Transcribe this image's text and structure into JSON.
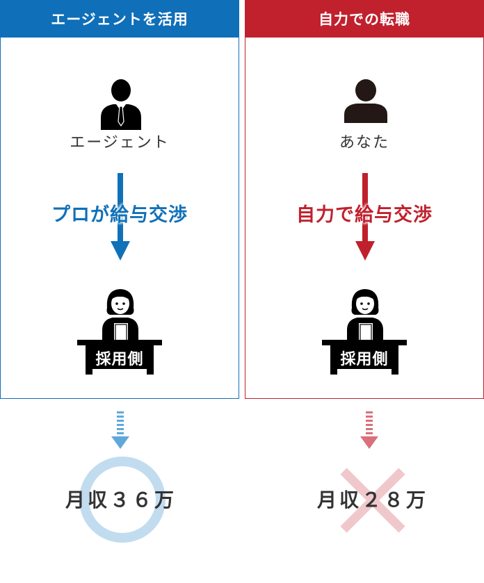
{
  "left": {
    "header": "エージェントを活用",
    "person_label": "エージェント",
    "negotiation_label": "プロが給与交渉",
    "employer_label": "採用側",
    "result": "月収３６万",
    "result_mark": "circle",
    "accent_color": "#1070b8"
  },
  "right": {
    "header": "自力での転職",
    "person_label": "あなた",
    "negotiation_label": "自力で給与交渉",
    "employer_label": "採用側",
    "result": "月収２８万",
    "result_mark": "cross",
    "accent_color": "#c0202c"
  }
}
